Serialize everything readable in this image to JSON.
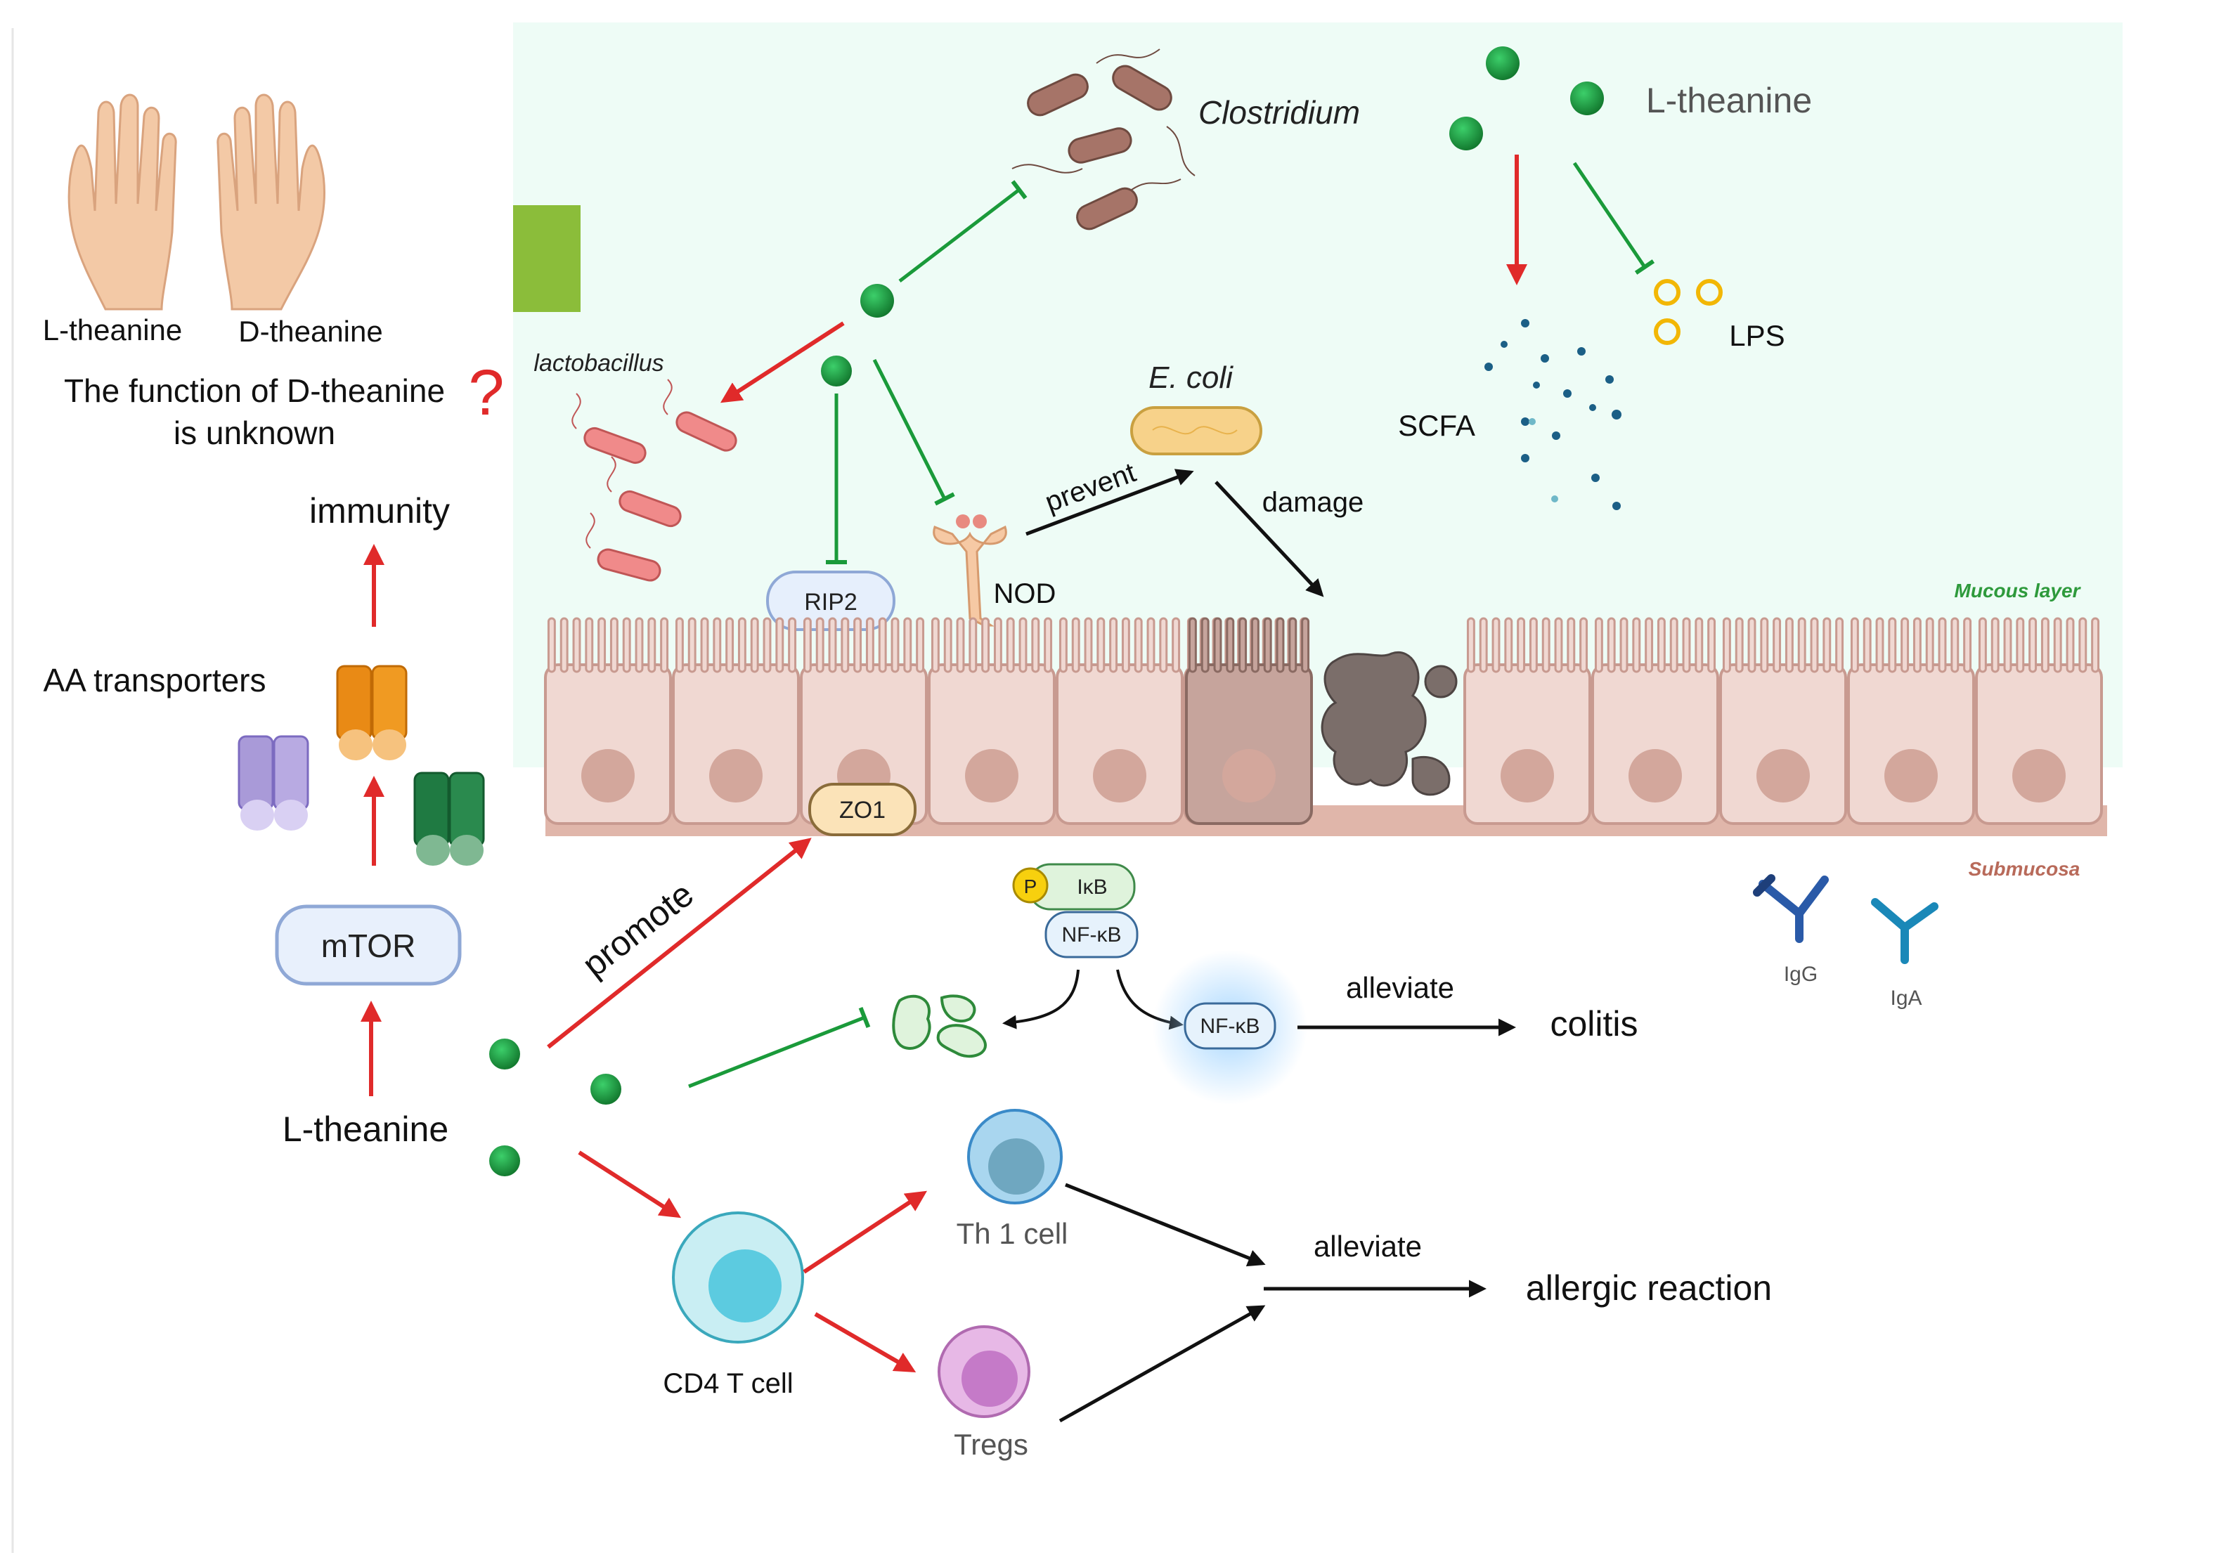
{
  "labels": {
    "l_theanine_hand": "L-theanine",
    "d_theanine_hand": "D-theanine",
    "d_function_line1": "The function of D-theanine",
    "d_function_line2": "is unknown",
    "question_mark": "?",
    "immunity": "immunity",
    "aa_transporters": "AA transporters",
    "mtor": "mTOR",
    "l_theanine_main": "L-theanine",
    "clostridium": "Clostridium",
    "l_theanine_top": "L-theanine",
    "lactobacillus": "lactobacillus",
    "ecoli": "E. coli",
    "prevent": "prevent",
    "damage": "damage",
    "scfa": "SCFA",
    "lps": "LPS",
    "rip2": "RIP2",
    "nod": "NOD",
    "mucous_layer": "Mucous layer",
    "submucosa": "Submucosa",
    "zo1": "ZO1",
    "promote": "promote",
    "p": "P",
    "ikb": "IκB",
    "nfkb_complex": "NF-κB",
    "nfkb_free": "NF-κB",
    "alleviate_colitis": "alleviate",
    "colitis": "colitis",
    "igg": "IgG",
    "iga": "IgA",
    "th1": "Th 1 cell",
    "tregs": "Tregs",
    "cd4": "CD4 T cell",
    "alleviate_allergy": "alleviate",
    "allergic_reaction": "allergic reaction"
  },
  "colors": {
    "lumen_bg": "#eefcf6",
    "theanine_dot": "#1e8e3e",
    "activation_arrow": "#e02a2a",
    "inhibition_line": "#1a9a3a",
    "neutral_arrow": "#111111",
    "epithelium": "#f0d8d2",
    "epithelium_stroke": "#c89a90",
    "nucleus": "#d3a79c",
    "mucous_label": "#2e9a3c",
    "submucosa_label": "#b86a5a"
  }
}
